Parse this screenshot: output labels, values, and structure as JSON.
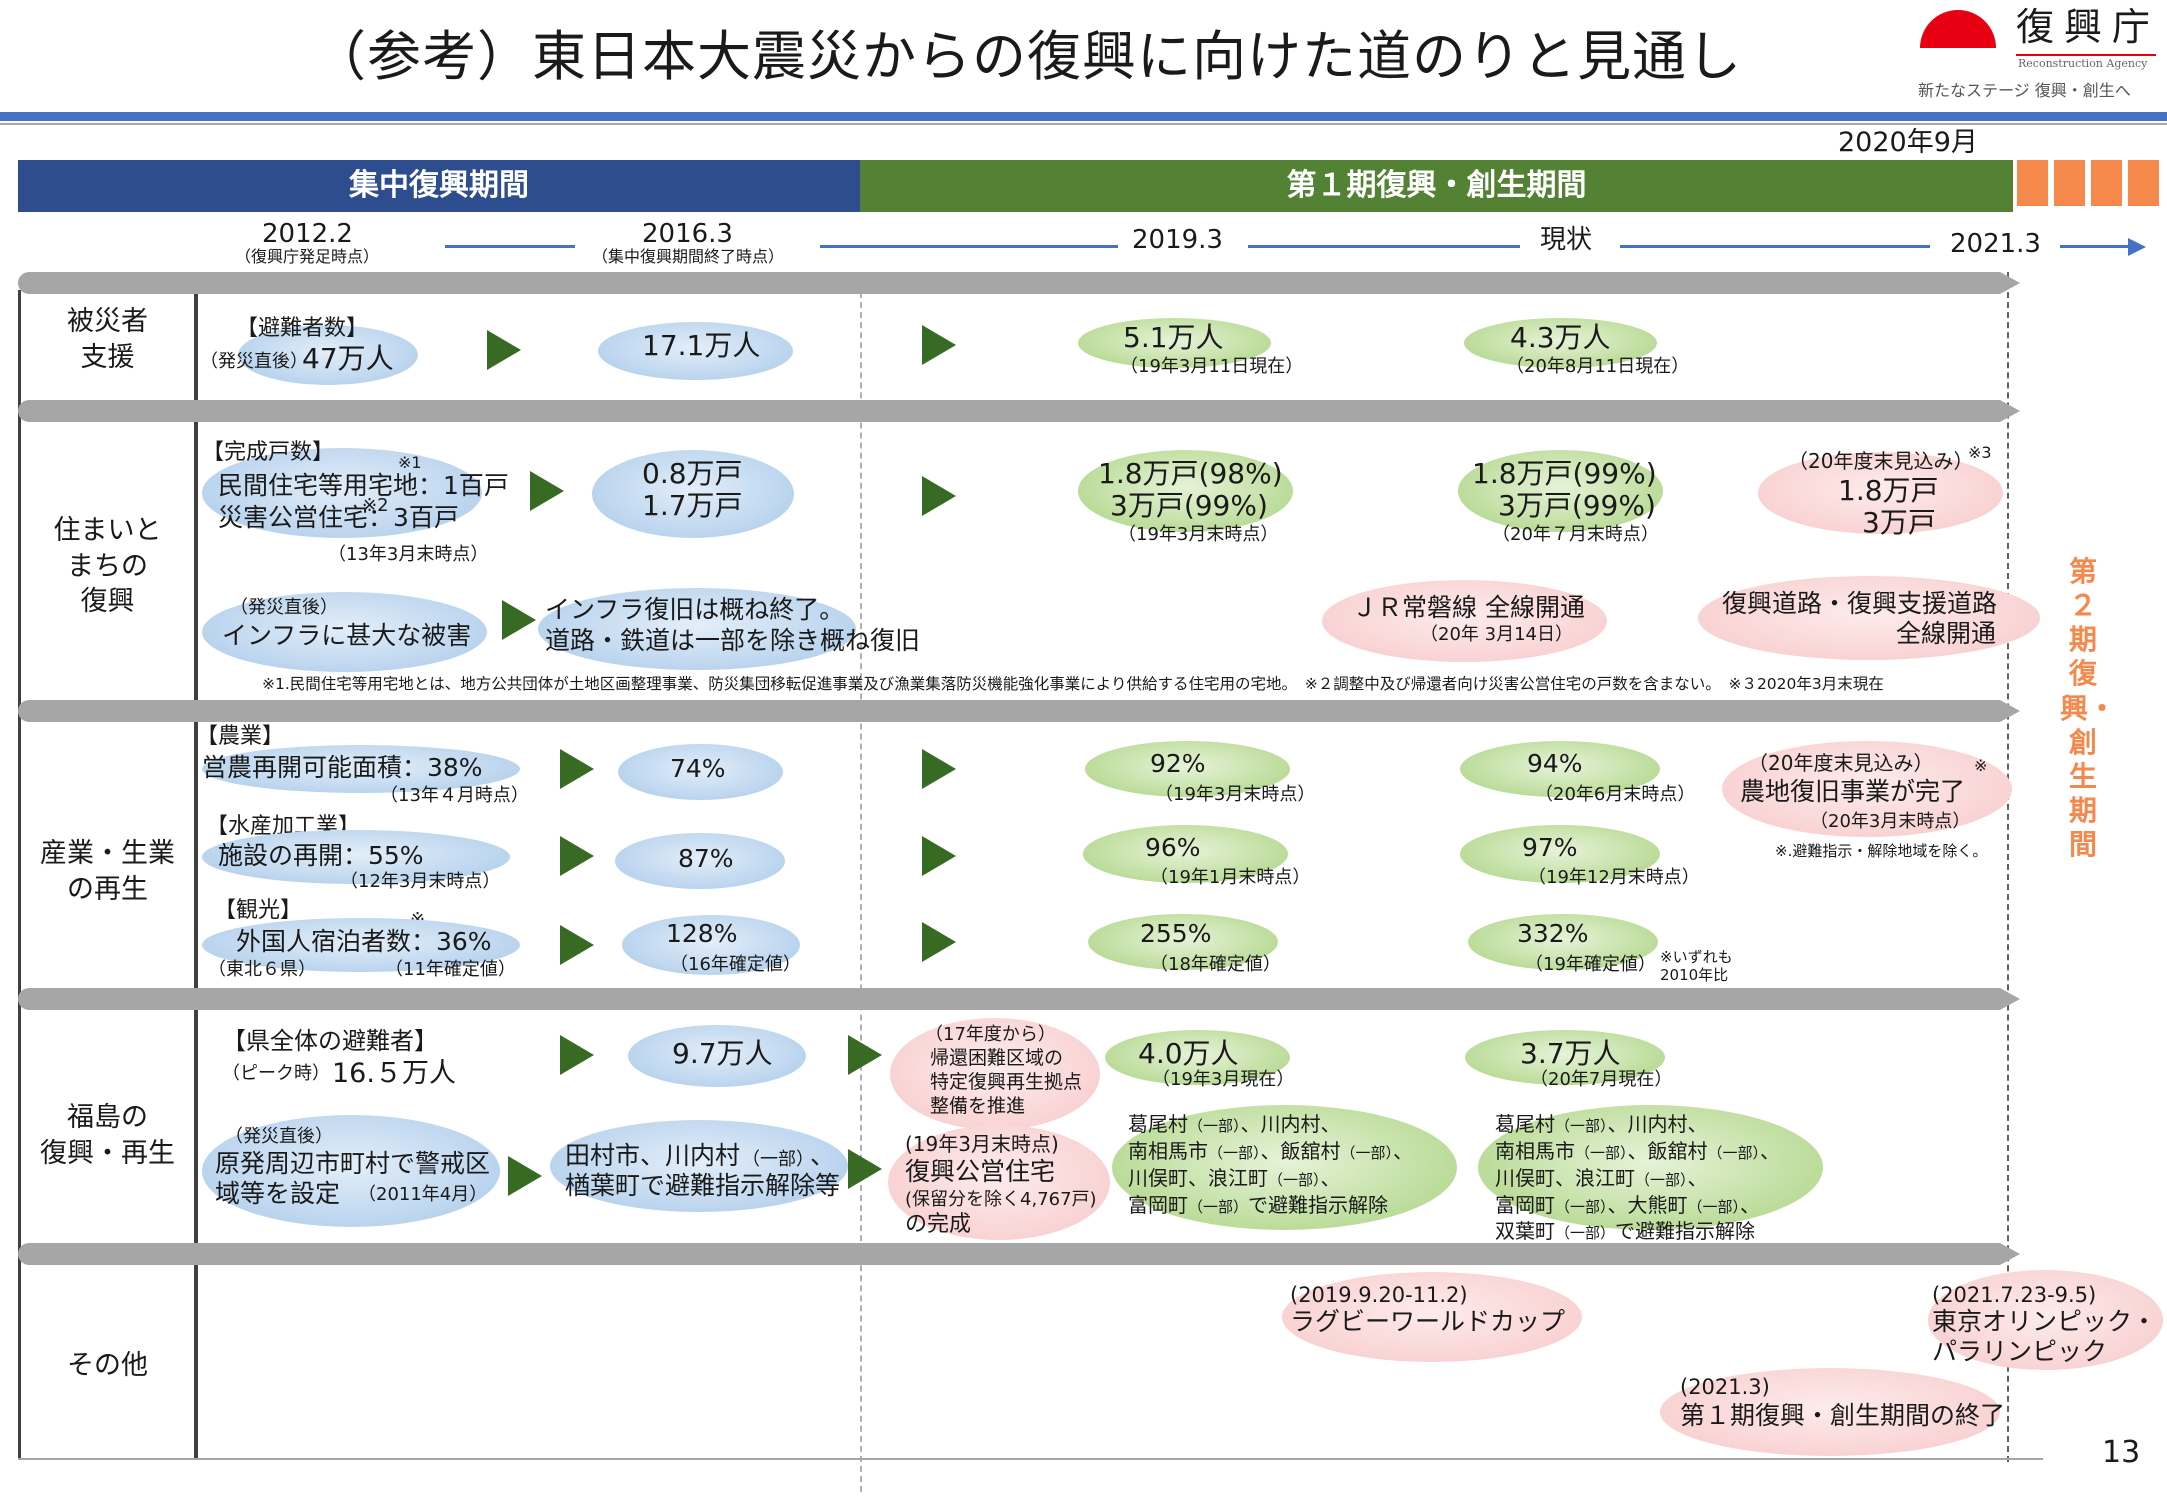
{
  "title": "（参考）東日本大震災からの復興に向けた道のりと見通し",
  "logo": {
    "name": "復興庁",
    "sub": "Reconstruction Agency",
    "tag": "新たなステージ 復興・創生へ"
  },
  "date": "2020年9月",
  "periods": {
    "p1": "集中復興期間",
    "p2": "第１期復興・創生期間",
    "p3": "第２期 復興・創生期間"
  },
  "timeline": {
    "d1": "2012.2",
    "d1n": "（復興庁発足時点）",
    "d2": "2016.3",
    "d2n": "（集中復興期間終了時点）",
    "d3": "2019.3",
    "d4": "現状",
    "d5": "2021.3"
  },
  "rows": {
    "r1": "被災者\n支援",
    "r2": "住まいと\nまちの\n復興",
    "r3": "産業・生業\nの再生",
    "r4": "福島の\n復興・再生",
    "r5": "その他"
  },
  "r1": {
    "head": "【避難者数】",
    "pre": "（発災直後）",
    "v1": "47万人",
    "v2": "17.1万人",
    "v3": "5.1万人",
    "n3": "（19年3月11日現在）",
    "v4": "4.3万人",
    "n4": "（20年8月11日現在）"
  },
  "r2": {
    "head": "【完成戸数】",
    "a1": "民間住宅等用宅地：1百戸",
    "a2": "災害公営住宅：3百戸",
    "m1": "※1",
    "m2": "※2",
    "an": "（13年3月末時点）",
    "b1": "0.8万戸",
    "b2": "1.7万戸",
    "c1": "1.8万戸(98%)",
    "c2": "3万戸(99%)",
    "cn": "（19年3月末時点）",
    "d1": "1.8万戸(99%)",
    "d2": "3万戸(99%)",
    "dn": "（20年７月末時点）",
    "e0": "（20年度末見込み）",
    "e3": "※3",
    "e1": "1.8万戸",
    "e2": "3万戸",
    "f0": "（発災直後）",
    "f1": "インフラに甚大な被害",
    "g1": "インフラ復旧は概ね終了。",
    "g2": "道路・鉄道は一部を除き概ね復旧",
    "h1": "ＪＲ常磐線 全線開通",
    "hn": "（20年 3月14日）",
    "i1": "復興道路・復興支援道路",
    "i2": "全線開通",
    "foot": "※1.民間住宅等用宅地とは、地方公共団体が土地区画整理事業、防災集団移転促進事業及び漁業集落防災機能強化事業により供給する住宅用の宅地。　※２調整中及び帰還者向け災害公営住宅の戸数を含まない。　※３2020年3月末現在"
  },
  "r3": {
    "h1": "【農業】",
    "a1": "営農再開可能面積：38%",
    "an": "（13年４月時点）",
    "b1": "74%",
    "c1": "92%",
    "cn": "（19年3月末時点）",
    "d1": "94%",
    "dn": "（20年6月末時点）",
    "e0": "（20年度末見込み）",
    "em": "※",
    "e1": "農地復旧事業が完了",
    "en": "（20年3月末時点）",
    "ef": "※.避難指示・解除地域を除く。",
    "h2": "【水産加工業】",
    "a2": "施設の再開：55%",
    "an2": "（12年3月末時点）",
    "b2": "87%",
    "c2": "96%",
    "cn2": "（19年1月末時点）",
    "d2": "97%",
    "dn2": "（19年12月末時点）",
    "h3": "【観光】",
    "hm": "※",
    "a3": "外国人宿泊者数：36%",
    "pre3": "（東北６県）",
    "an3": "（11年確定値）",
    "b3": "128%",
    "bn3": "（16年確定値）",
    "c3": "255%",
    "cn3": "（18年確定値）",
    "d3": "332%",
    "dn3": "（19年確定値）",
    "note": "※いずれも\n2010年比"
  },
  "r4": {
    "head": "【県全体の避難者】",
    "pre": "（ピーク時）",
    "v1": "16.５万人",
    "v2": "9.7万人",
    "s0": "（17年度から）",
    "s1": "帰還困難区域の",
    "s2": "特定復興再生拠点",
    "s3": "整備を推進",
    "v3": "4.0万人",
    "n3": "（19年3月現在）",
    "v4": "3.7万人",
    "n4": "（20年7月現在）",
    "a0": "（発災直後）",
    "a1": "原発周辺市町村で警戒区",
    "a2": "域等を設定",
    "a3": "（2011年4月）",
    "b1": "田村市、川内村",
    "b1x": "（一部）",
    "b1y": "、",
    "b2": "楢葉町で避難指示解除等",
    "c0": "(19年3月末時点)",
    "c1": "復興公営住宅",
    "c2": "(保留分を除く4,767戸)",
    "c3": "の完成",
    "d1": "葛尾村",
    "d2": "、川内村、",
    "d3": "南相馬市",
    "d4": "、飯舘村",
    "d5": "川俣町、浪江町",
    "d6": "富岡町",
    "d7": "で避難指示解除",
    "e1": "葛尾村",
    "e2": "、川内村、",
    "e3": "南相馬市",
    "e4": "、飯舘村",
    "e5": "川俣町、浪江町",
    "e6": "、",
    "e7": "富岡町",
    "e8": "、大熊町",
    "e9": "双葉町",
    "e10": "で避難指示解除",
    "e11": "、",
    "bu": "（一部）"
  },
  "r5": {
    "a0": "(2019.9.20-11.2)",
    "a1": "ラグビーワールドカップ",
    "b0": "(2021.7.23-9.5)",
    "b1": "東京オリンピック・",
    "b2": "パラリンピック",
    "c0": "(2021.3)",
    "c1": "第１期復興・創生期間の終了"
  },
  "page": "13",
  "colors": {
    "blue_bar": "#2e4d8f",
    "green_bar": "#548235",
    "orange": "#f5894b",
    "arrow_dark": "#376a23",
    "accent_blue": "#4472c4"
  }
}
